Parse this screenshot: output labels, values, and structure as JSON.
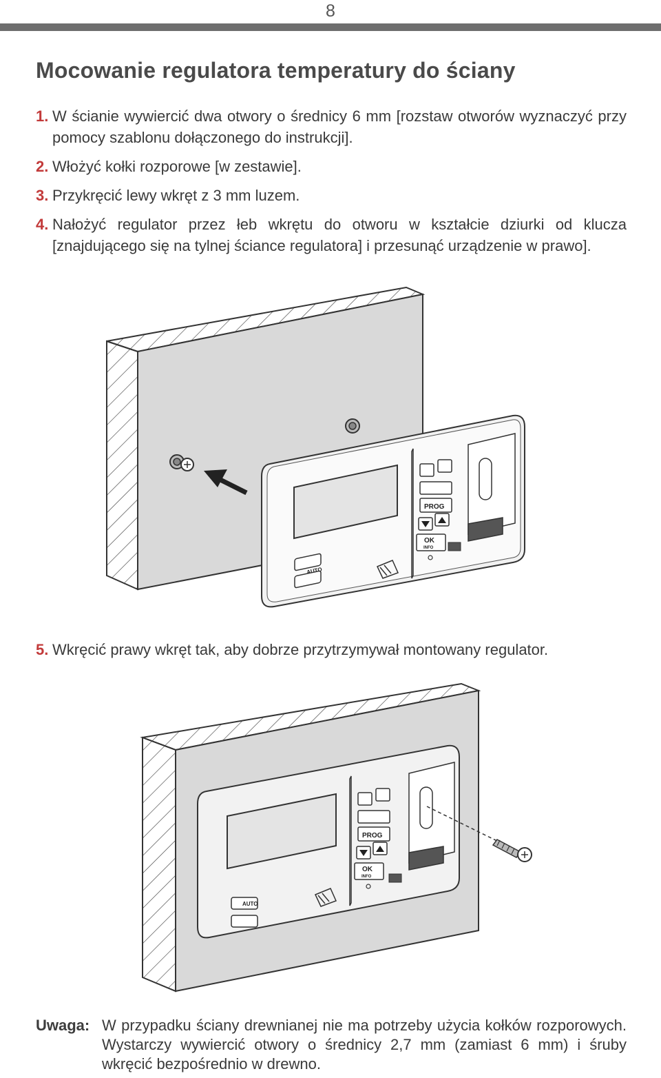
{
  "page_number": "8",
  "title": "Mocowanie regulatora temperatury do ściany",
  "steps": [
    {
      "num": "1.",
      "text": "W ścianie wywiercić dwa otwory o średnicy 6 mm [rozstaw otworów wyznaczyć przy pomocy szablonu dołączonego do instrukcji]."
    },
    {
      "num": "2.",
      "text": "Włożyć kołki rozporowe [w zestawie]."
    },
    {
      "num": "3.",
      "text": "Przykręcić lewy wkręt z 3 mm luzem."
    },
    {
      "num": "4.",
      "text": "Nałożyć regulator przez łeb wkrętu do otworu w kształcie dziurki od klucza [znajdującego się na tylnej ściance regulatora] i przesunąć urządzenie w prawo]."
    }
  ],
  "step5": {
    "num": "5.",
    "text": "Wkręcić prawy wkręt tak, aby dobrze przytrzymywał montowany regulator."
  },
  "device_labels": {
    "auto": "AUTO",
    "prog": "PROG",
    "ok": "OK",
    "info": "INFO"
  },
  "note": {
    "label": "Uwaga:",
    "text": "W przypadku ściany drewnianej nie ma potrzeby użycia kołków rozporowych. Wystarczy wywiercić otwory o średnicy 2,7 mm (zamiast 6 mm) i śruby wkręcić bezpośrednio w drewno."
  }
}
